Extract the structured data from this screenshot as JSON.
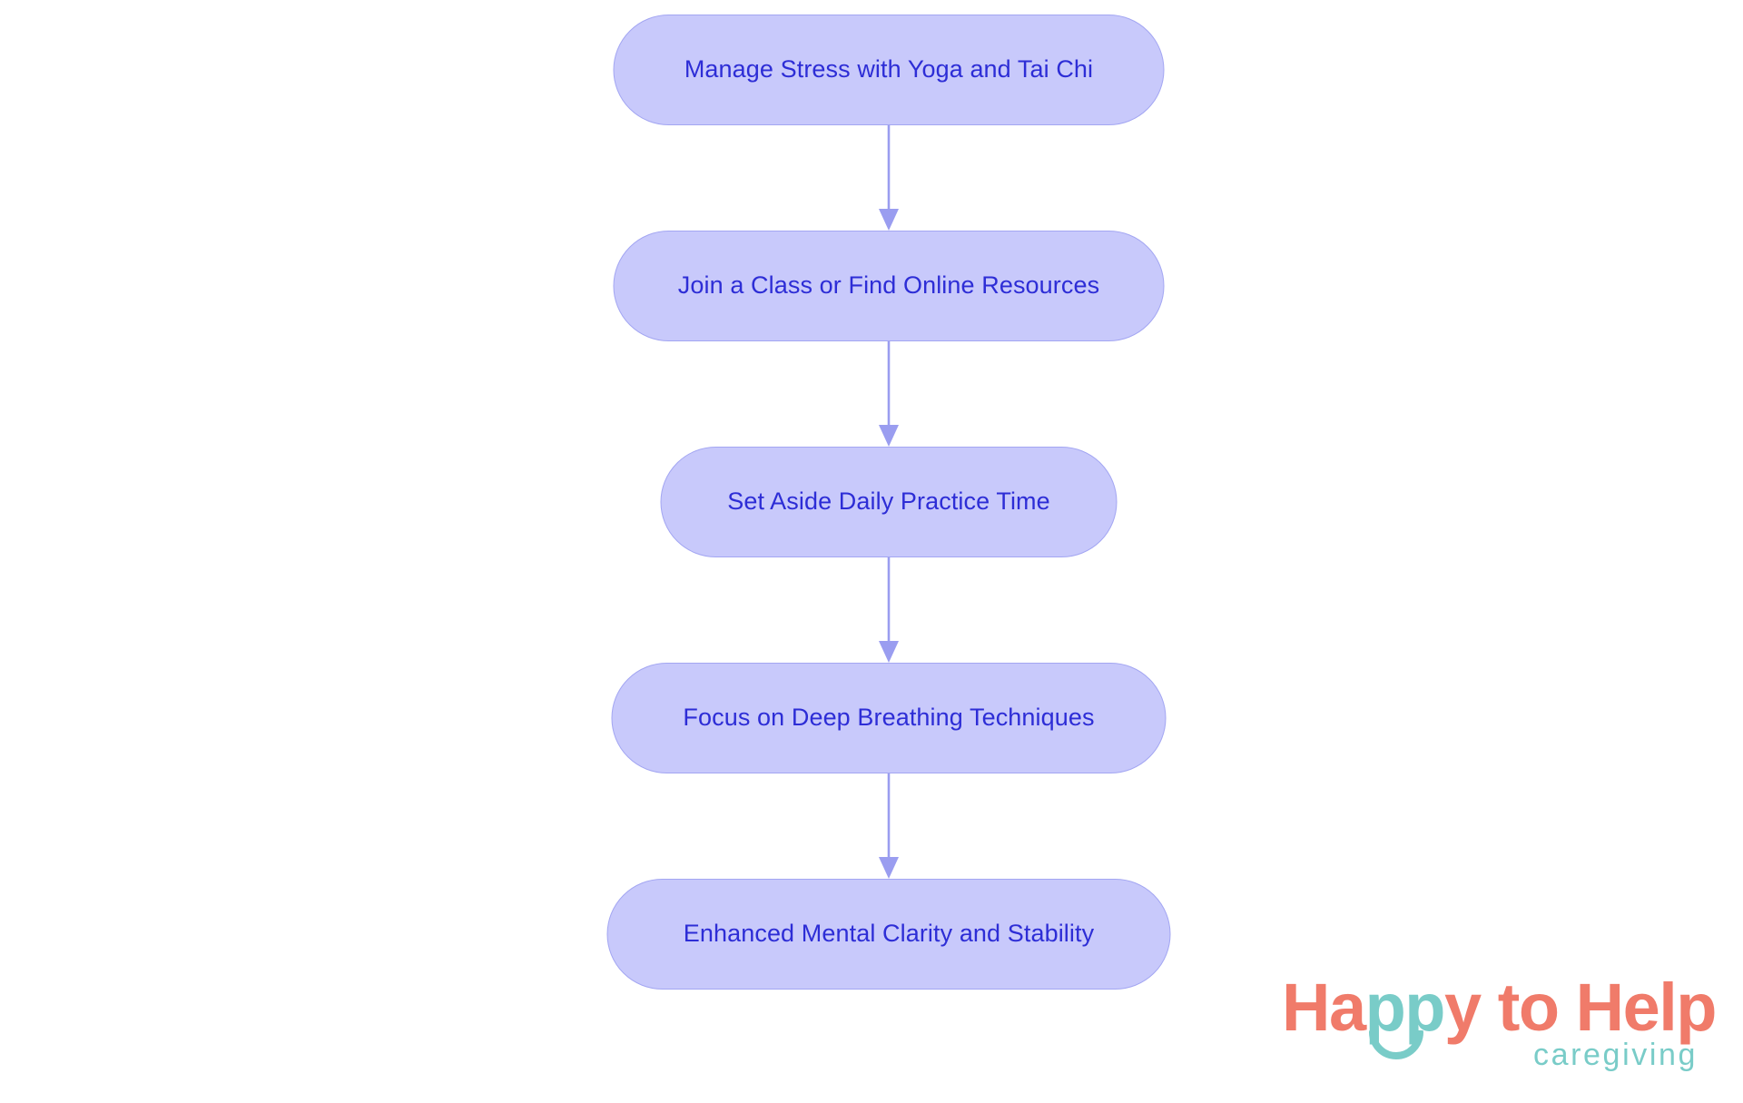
{
  "chart_data": {
    "type": "diagram",
    "diagram_type": "flowchart",
    "orientation": "top-to-bottom",
    "title": "",
    "nodes": [
      {
        "id": "n1",
        "label": "Manage Stress with Yoga and Tai Chi",
        "shape": "stadium"
      },
      {
        "id": "n2",
        "label": "Join a Class or Find Online Resources",
        "shape": "stadium"
      },
      {
        "id": "n3",
        "label": "Set Aside Daily Practice Time",
        "shape": "stadium"
      },
      {
        "id": "n4",
        "label": "Focus on Deep Breathing Techniques",
        "shape": "stadium"
      },
      {
        "id": "n5",
        "label": "Enhanced Mental Clarity and Stability",
        "shape": "stadium"
      }
    ],
    "edges": [
      {
        "from": "n1",
        "to": "n2",
        "label": "",
        "arrow": "down"
      },
      {
        "from": "n2",
        "to": "n3",
        "label": "",
        "arrow": "down"
      },
      {
        "from": "n3",
        "to": "n4",
        "label": "",
        "arrow": "down"
      },
      {
        "from": "n4",
        "to": "n5",
        "label": "",
        "arrow": "down"
      }
    ],
    "colors": {
      "node_fill": "#c8c9fb",
      "node_border": "#a3a6f2",
      "node_text": "#2d2dd6",
      "edge": "#9a9df0",
      "background": "#ffffff"
    }
  },
  "flow": {
    "nodes": [
      {
        "label": "Manage Stress with Yoga and Tai Chi"
      },
      {
        "label": "Join a Class or Find Online Resources"
      },
      {
        "label": "Set Aside Daily Practice Time"
      },
      {
        "label": "Focus on Deep Breathing Techniques"
      },
      {
        "label": "Enhanced Mental Clarity and Stability"
      }
    ]
  },
  "logo": {
    "word_1": "Ha",
    "word_2": "pp",
    "word_3": "y to Help",
    "tagline": "caregiving",
    "color_coral": "#f07b6a",
    "color_teal": "#79ccc8"
  }
}
